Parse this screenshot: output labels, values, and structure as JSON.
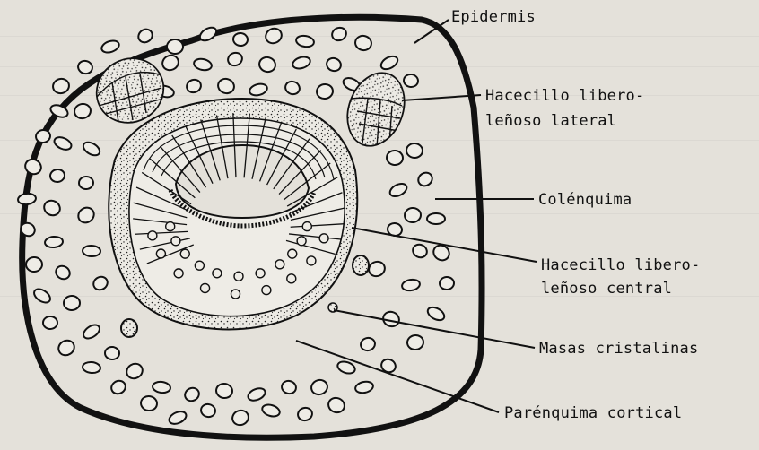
{
  "labels": {
    "epidermis": "Epidermis",
    "hacecillo_lateral_1": "Hacecillo libero-",
    "hacecillo_lateral_2": "leñoso lateral",
    "colenquima": "Colénquima",
    "hacecillo_central_1": "Hacecillo libero-",
    "hacecillo_central_2": "leñoso central",
    "masas_cristalinas": "Masas cristalinas",
    "parenquima_cortical": "Parénquima cortical"
  },
  "colors": {
    "paper": "#e4e1da",
    "ink": "#111111"
  }
}
